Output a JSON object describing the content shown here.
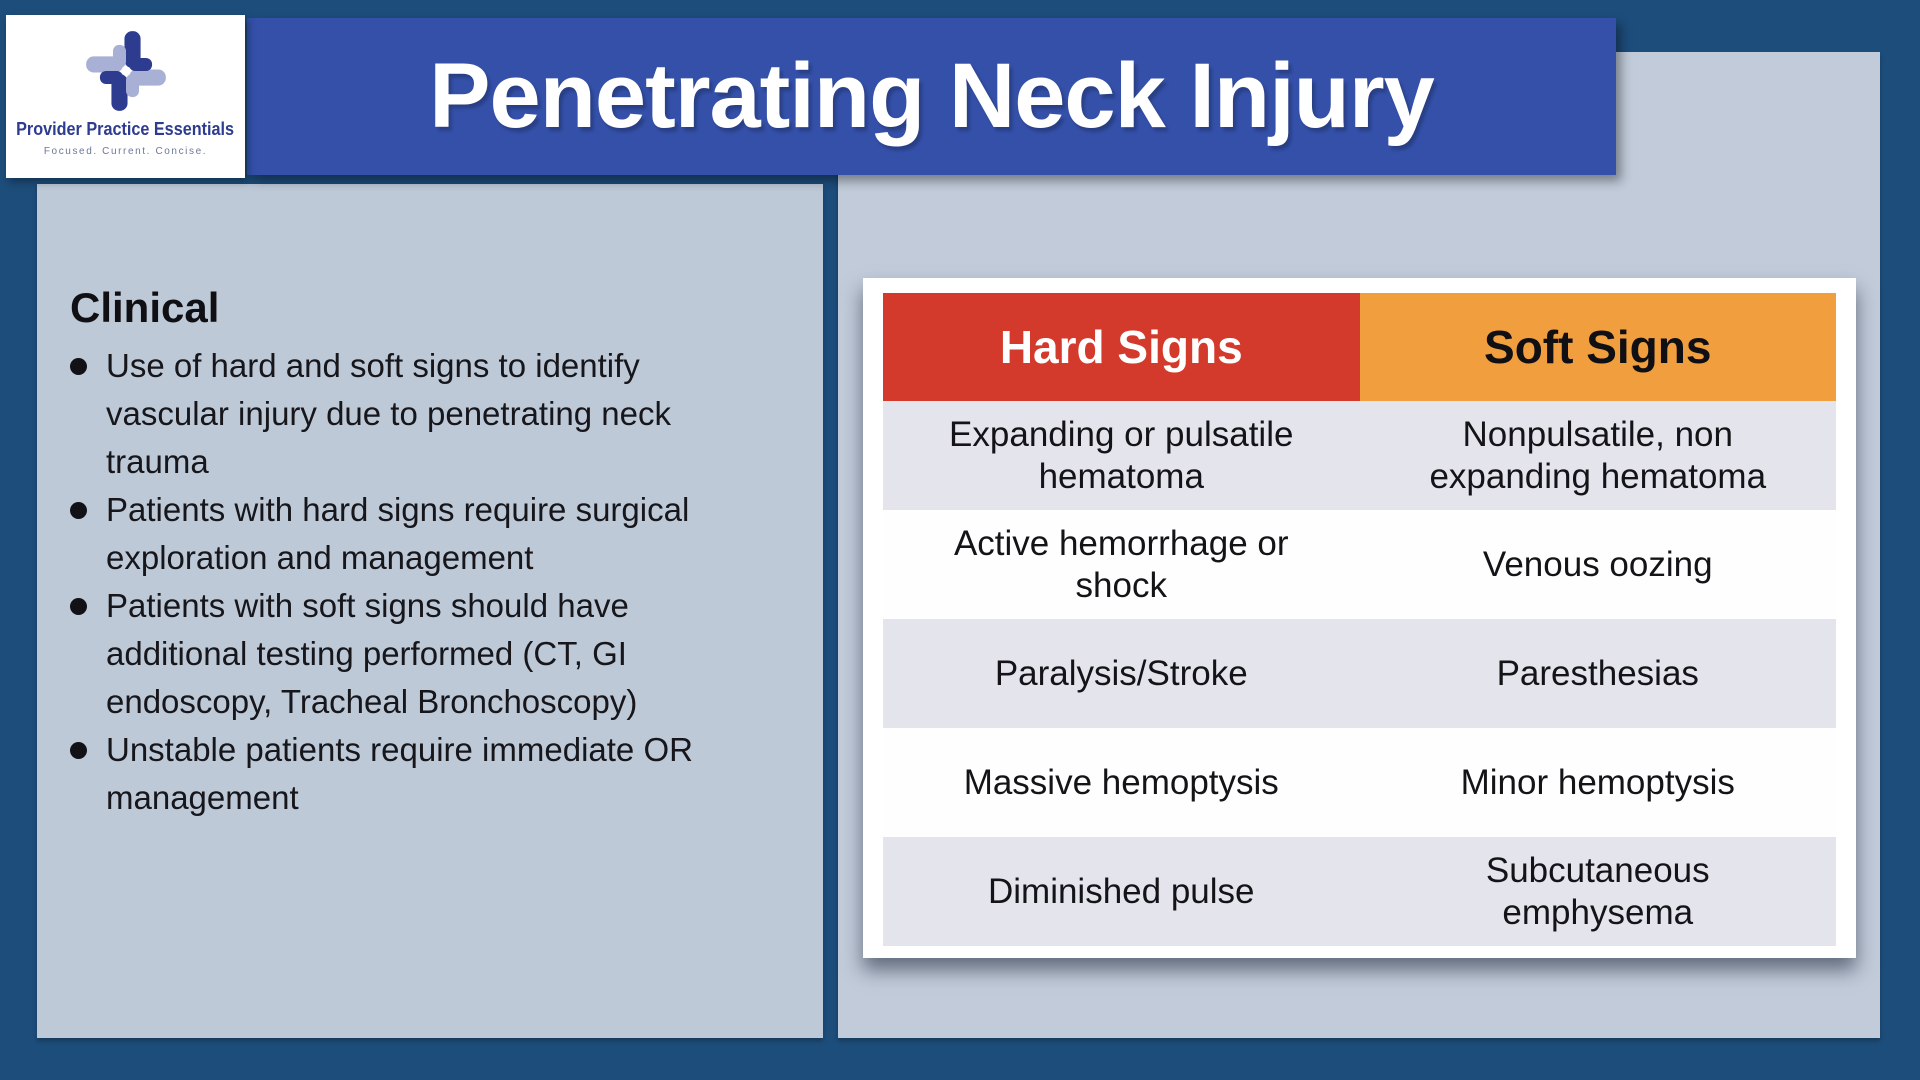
{
  "slide": {
    "title": "Penetrating Neck Injury",
    "logo": {
      "name": "Provider Practice Essentials",
      "tagline": "Focused.  Current.  Concise."
    },
    "clinical": {
      "heading": "Clinical",
      "bullets": [
        "Use of hard and soft signs to identify vascular injury due to penetrating neck trauma",
        "Patients with hard signs require surgical exploration and management",
        "Patients with soft signs should have additional testing performed (CT, GI endoscopy, Tracheal Bronchoscopy)",
        "Unstable patients require immediate OR management"
      ]
    },
    "signs_table": {
      "columns": [
        "Hard Signs",
        "Soft Signs"
      ],
      "rows": [
        [
          "Expanding or pulsatile hematoma",
          "Nonpulsatile, non expanding hematoma"
        ],
        [
          "Active hemorrhage or shock",
          "Venous oozing"
        ],
        [
          "Paralysis/Stroke",
          "Paresthesias"
        ],
        [
          "Massive hemoptysis",
          "Minor hemoptysis"
        ],
        [
          "Diminished pulse",
          "Subcutaneous emphysema"
        ]
      ]
    },
    "colors": {
      "background_navy": "#1d4d7b",
      "banner_blue": "#3450a9",
      "panel_blue_gray": "#c0cad8",
      "hard_signs_red": "#d43a2c",
      "soft_signs_orange": "#f09e3e",
      "row_gray": "#e4e4ec",
      "logo_dark_blue": "#2e3c90",
      "logo_lavender": "#a9b0d6"
    }
  }
}
